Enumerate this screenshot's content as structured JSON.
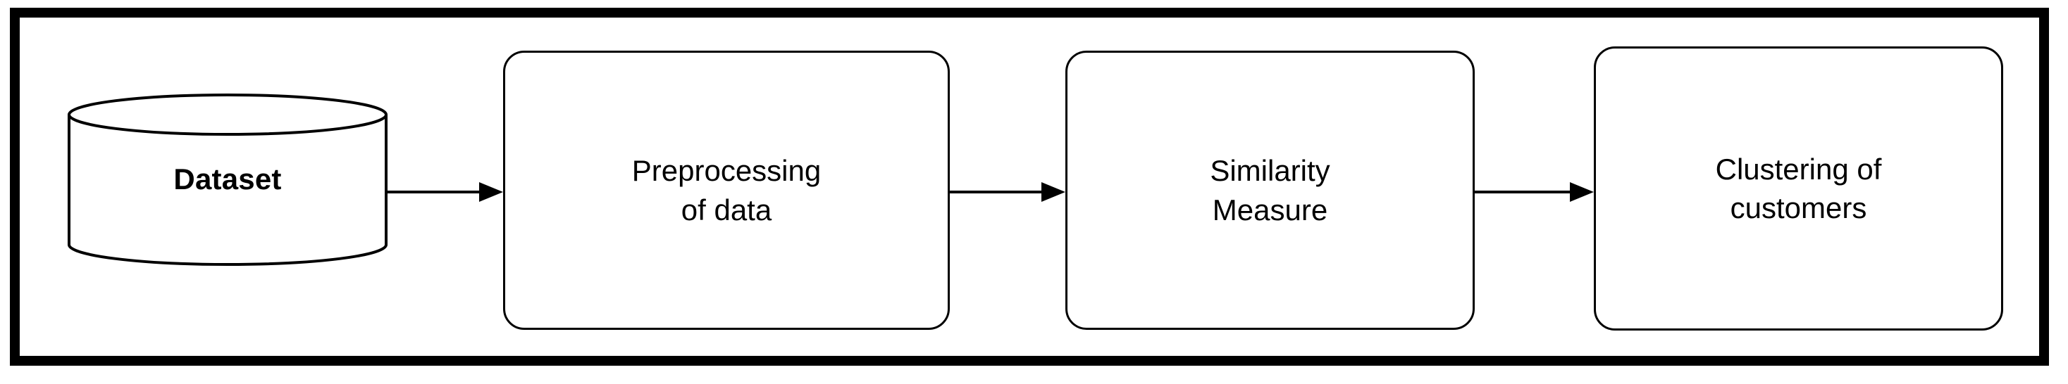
{
  "diagram": {
    "title": "Customer clustering pipeline flowchart",
    "type": "flowchart",
    "orientation": "left-to-right",
    "frame": {
      "style": "solid black rectangle border",
      "color": "#000000"
    },
    "colors": {
      "stroke": "#000000",
      "fill": "#ffffff",
      "frame": "#000000"
    },
    "nodes": [
      {
        "id": "dataset",
        "shape": "cylinder",
        "label": "Dataset",
        "bold": true
      },
      {
        "id": "preprocessing",
        "shape": "rounded-rectangle",
        "label": "Preprocessing\nof data",
        "line1": "Preprocessing",
        "line2": "of data",
        "bold": false
      },
      {
        "id": "similarity",
        "shape": "rounded-rectangle",
        "label": "Similarity\nMeasure",
        "line1": "Similarity",
        "line2": "Measure",
        "bold": false
      },
      {
        "id": "clustering",
        "shape": "rounded-rectangle",
        "label": "Clustering of\ncustomers",
        "line1": "Clustering of",
        "line2": "customers",
        "bold": false
      }
    ],
    "edges": [
      {
        "id": "edge-1",
        "from": "dataset",
        "to": "preprocessing",
        "style": "solid-arrow",
        "label": ""
      },
      {
        "id": "edge-2",
        "from": "preprocessing",
        "to": "similarity",
        "style": "solid-arrow",
        "label": ""
      },
      {
        "id": "edge-3",
        "from": "similarity",
        "to": "clustering",
        "style": "solid-arrow",
        "label": ""
      }
    ]
  }
}
